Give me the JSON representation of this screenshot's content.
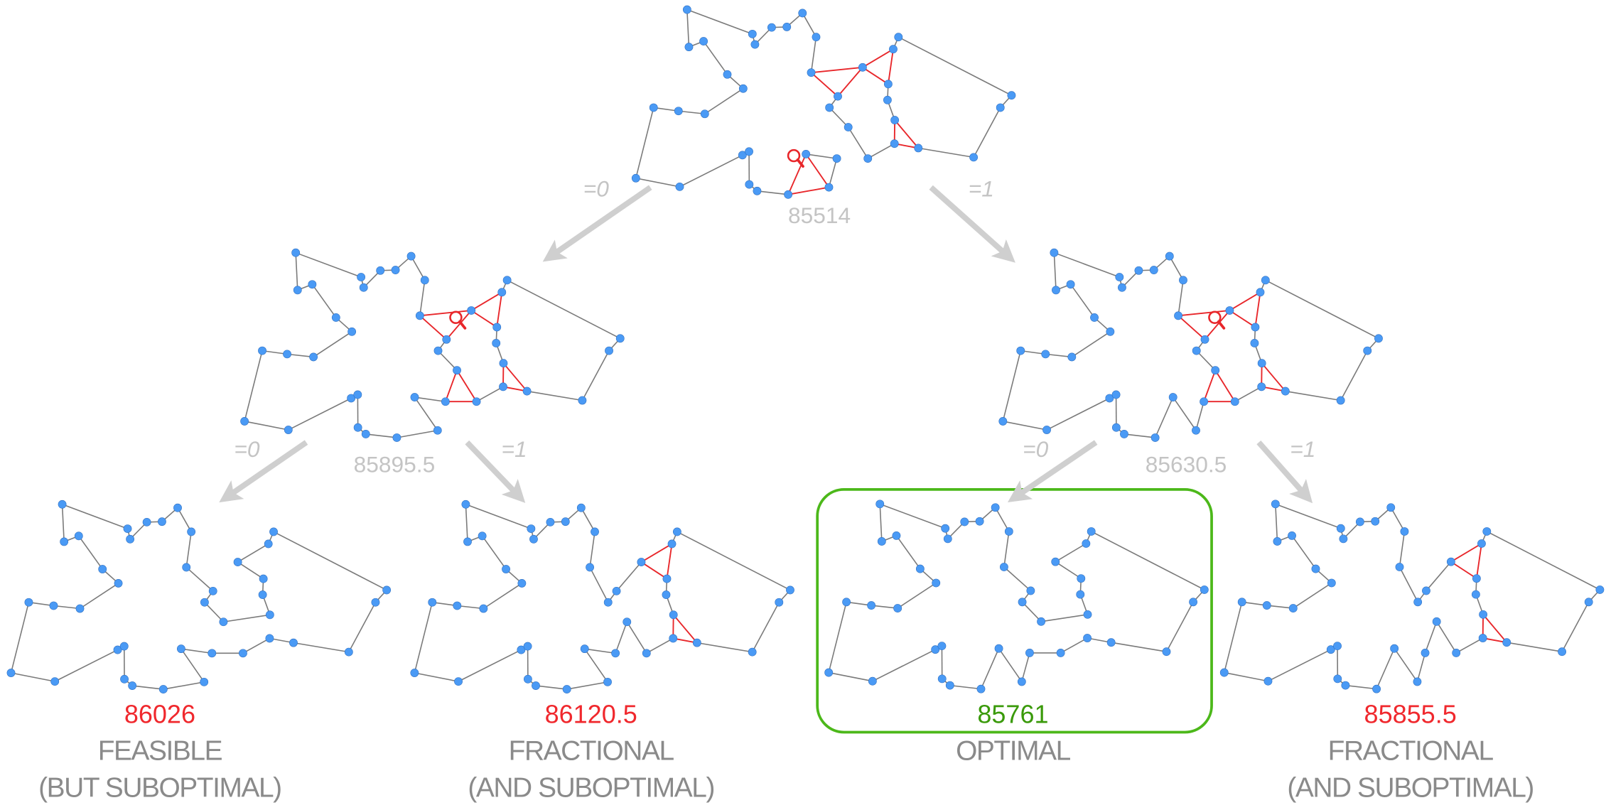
{
  "colors": {
    "node": "#4a9af5",
    "node_stroke": "#2f6fc0",
    "tour_edge": "#7a7a7a",
    "fractional_edge": "#e8262a",
    "arrow": "#cfcfcf",
    "bound_text": "#c4c4c4",
    "suboptimal_value": "#f0282d",
    "optimal_value": "#3a9a0a",
    "optimal_frame": "#4cb81a"
  },
  "root": {
    "bound": "85514"
  },
  "level1": [
    {
      "branch": "=0",
      "bound": "85895.5"
    },
    {
      "branch": "=1",
      "bound": "85630.5"
    }
  ],
  "level2": [
    {
      "branch": "=0",
      "value": "86026",
      "status_line1": "FEASIBLE",
      "status_line2": "(BUT SUBOPTIMAL)",
      "result": "suboptimal"
    },
    {
      "branch": "=1",
      "value": "86120.5",
      "status_line1": "FRACTIONAL",
      "status_line2": "(AND SUBOPTIMAL)",
      "result": "suboptimal"
    },
    {
      "branch": "=0",
      "value": "85761",
      "status_line1": "OPTIMAL",
      "status_line2": "",
      "result": "optimal"
    },
    {
      "branch": "=1",
      "value": "85855.5",
      "status_line1": "FRACTIONAL",
      "status_line2": "(AND SUBOPTIMAL)",
      "result": "suboptimal"
    }
  ]
}
